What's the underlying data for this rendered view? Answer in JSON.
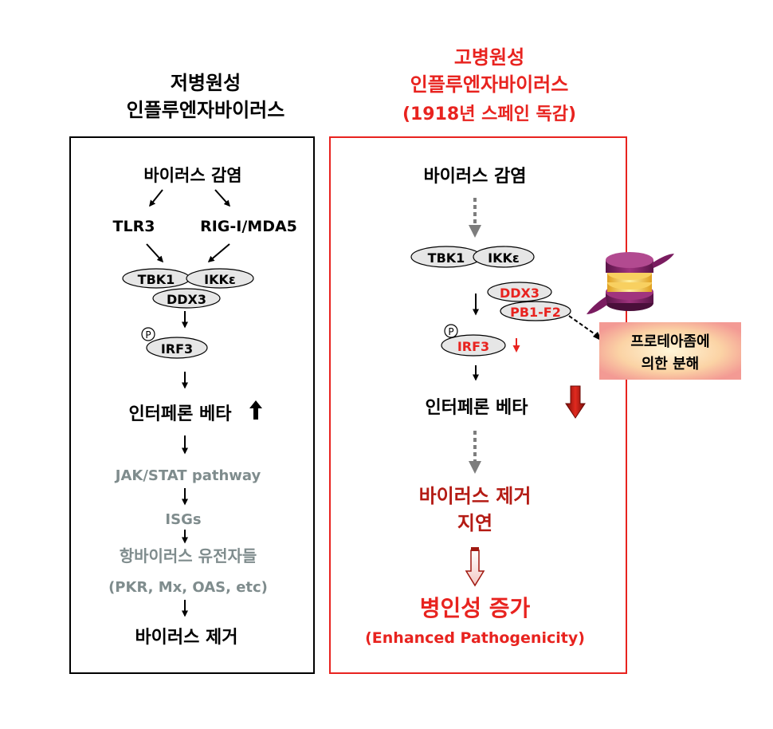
{
  "left_panel": {
    "title_line1": "저병원성",
    "title_line2": "인플루엔자바이러스",
    "infection": "바이러스 감염",
    "tlr3": "TLR3",
    "rig": "RIG-I/MDA5",
    "tbk1": "TBK1",
    "ikk": "IKKε",
    "ddx3": "DDX3",
    "p": "P",
    "irf3": "IRF3",
    "ifn": "인터페론 베타",
    "jak": "JAK/STAT pathway",
    "isgs": "ISGs",
    "antiviral": "항바이러스 유전자들",
    "antiviral_examples": "(PKR, Mx, OAS, etc)",
    "clearance": "바이러스 제거"
  },
  "right_panel": {
    "title_line1": "고병원성",
    "title_line2": "인플루엔자바이러스",
    "title_line3": "(1918년 스페인 독감)",
    "infection": "바이러스 감염",
    "tbk1": "TBK1",
    "ikk": "IKKε",
    "ddx3": "DDX3",
    "pb1f2": "PB1-F2",
    "p": "P",
    "irf3": "IRF3",
    "ifn": "인터페론 베타",
    "clearance_line1": "바이러스 제거",
    "clearance_line2": "지연",
    "pathogenicity": "병인성 증가",
    "pathogenicity_en": "(Enhanced Pathogenicity)",
    "proteasome_line1": "프로테아좀에",
    "proteasome_line2": "의한 분해"
  },
  "colors": {
    "red": "#e8231f",
    "dark_red": "#b41b14",
    "gray_text": "#7f8c8d",
    "node_fill": "#e6e6e6",
    "dashed_arrow": "#7d7d7d"
  }
}
